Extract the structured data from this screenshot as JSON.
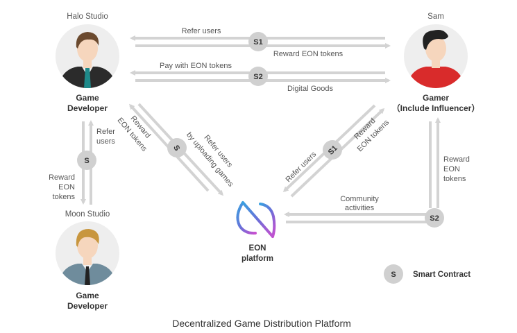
{
  "actors": {
    "halo": {
      "name": "Halo Studio",
      "role_line1": "Game",
      "role_line2": "Developer"
    },
    "sam": {
      "name": "Sam",
      "role_line1": "Gamer",
      "role_line2": "（Include Influencer）"
    },
    "moon": {
      "name": "Moon Studio",
      "role_line1": "Game",
      "role_line2": "Developer"
    },
    "eon": {
      "line1": "EON",
      "line2": "platform"
    }
  },
  "flows": {
    "top_s1": {
      "badge": "S1",
      "left_label": "Refer users",
      "right_label": "Reward EON tokens"
    },
    "top_s2": {
      "badge": "S2",
      "left_label": "Pay with EON tokens",
      "right_label": "Digital Goods"
    },
    "left_s": {
      "badge": "S",
      "up_label_1": "Refer",
      "up_label_2": "users",
      "down_label_1": "Reward",
      "down_label_2": "EON",
      "down_label_3": "tokens"
    },
    "diag_left": {
      "badge": "S",
      "label_a_1": "Reward",
      "label_a_2": "EON tokens",
      "label_b_1": "Refer users",
      "label_b_2": "by uploading games"
    },
    "diag_right": {
      "badge": "S1",
      "label_a": "Refer users",
      "label_b_1": "Reward",
      "label_b_2": "EON tokens"
    },
    "right_s2": {
      "badge": "S2",
      "up_label_1": "Reward",
      "up_label_2": "EON",
      "up_label_3": "tokens",
      "left_label_1": "Community",
      "left_label_2": "activities"
    }
  },
  "legend": {
    "badge": "S",
    "label": "Smart Contract"
  },
  "caption": "Decentralized Game Distribution Platform",
  "colors": {
    "line": "#d3d3d3",
    "badge": "#d0d0d0",
    "avatar_bg": "#eeeeee",
    "skin": "#f6d6bd",
    "sam_shirt": "#d92b2b",
    "halo_suit": "#2b2b2b",
    "halo_tie": "#1f8a8a",
    "moon_shirt": "#6f8c9c",
    "eon_blue": "#3a8fd8",
    "eon_purple": "#c24fd0"
  }
}
